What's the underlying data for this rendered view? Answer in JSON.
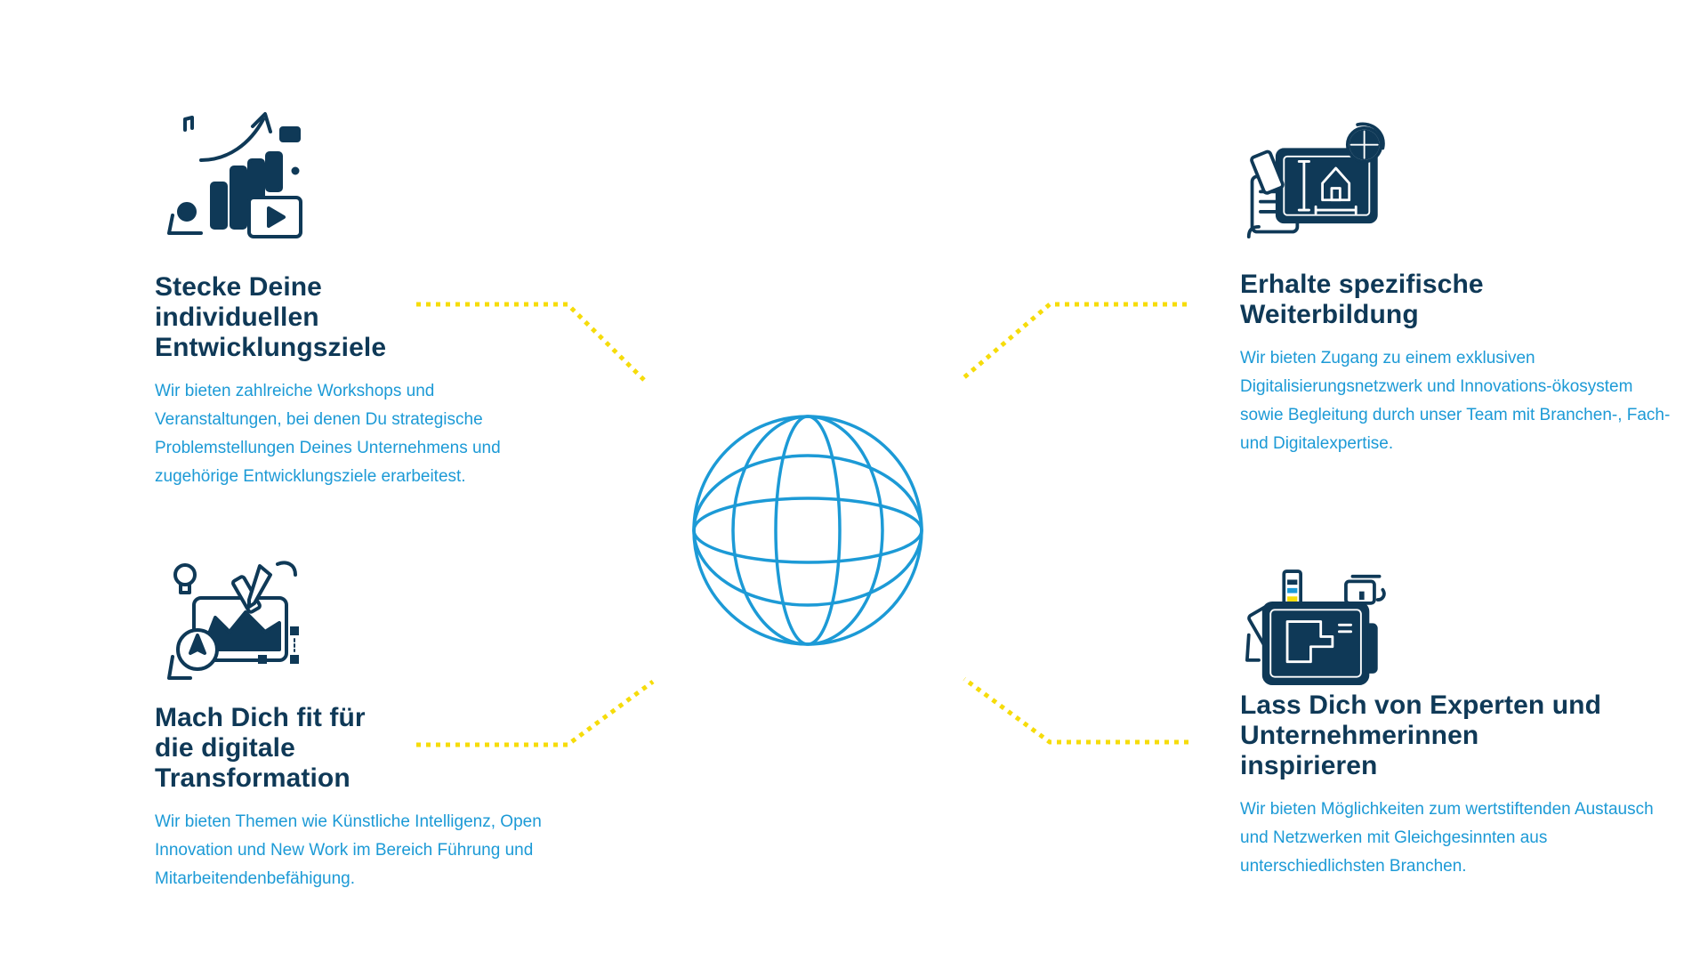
{
  "colors": {
    "navy": "#0f3957",
    "blue": "#1c9ad6",
    "yellow": "#f6dc0a",
    "white": "#ffffff"
  },
  "center": {
    "icon": "globe-icon"
  },
  "features": [
    {
      "id": "goals",
      "icon": "growth-chart-icon",
      "title": "Stecke Deine individuellen Entwicklungsziele",
      "text": "Wir bieten zahlreiche Workshops und Veranstaltungen, bei denen Du strategische Problemstellungen Deines Unternehmens und zugehörige Entwicklungsziele erarbeitest."
    },
    {
      "id": "training",
      "icon": "blueprint-icon",
      "title": "Erhalte spezifische Weiterbildung",
      "text": "Wir bieten Zugang zu einem exklusiven Digitalisierungsnetzwerk und Innovations-ökosystem sowie Begleitung durch unser Team mit Branchen-, Fach- und Digitalexpertise."
    },
    {
      "id": "digital",
      "icon": "design-tools-icon",
      "title": "Mach Dich fit für die digitale Transformation",
      "text": "Wir bieten Themen wie Künstliche Intelligenz, Open Innovation und New Work im Bereich Führung und Mitarbeitendenbefähigung."
    },
    {
      "id": "inspire",
      "icon": "engineering-tools-icon",
      "title": "Lass Dich von Experten und Unternehmerinnen inspirieren",
      "text": "Wir bieten Möglichkeiten zum wertstiftenden Austausch und Netzwerken mit Gleichgesinnten aus unterschiedlichsten Branchen."
    }
  ]
}
